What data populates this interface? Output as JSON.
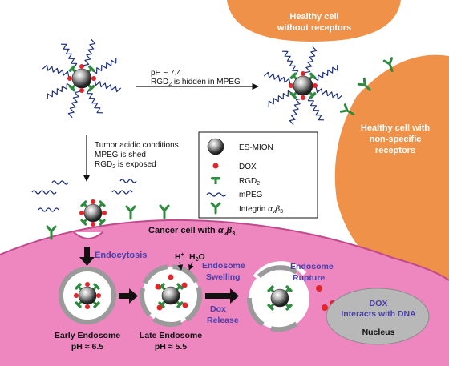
{
  "healthy_cells": {
    "top_label_line1": "Healthy cell",
    "top_label_line2": "without receptors",
    "right_label_line1": "Healthy cell with",
    "right_label_line2": "non-specific",
    "right_label_line3": "receptors"
  },
  "top_arrow": {
    "line1": "pH ~ 7.4",
    "line2": "RGD",
    "line2_sub": "2",
    "line2_rest": " is hidden in MPEG"
  },
  "down_arrow": {
    "line1": "Tumor acidic conditions",
    "line2": "MPEG is shed",
    "line3": "RGD",
    "line3_sub": "2",
    "line3_rest": " is exposed"
  },
  "legend": {
    "items": [
      {
        "icon": "es-mion-icon",
        "label": "ES-MION"
      },
      {
        "icon": "dox-icon",
        "label": "DOX"
      },
      {
        "icon": "rgd2-icon",
        "label": "RGD",
        "sub": "2"
      },
      {
        "icon": "mpeg-icon",
        "label": "mPEG"
      },
      {
        "icon": "integrin-icon",
        "label": "Integrin "
      }
    ],
    "integrin_symbol": "αvβ3"
  },
  "cancer_cell": {
    "label": "Cancer cell with ",
    "symbol": "αvβ3"
  },
  "steps": {
    "endocytosis": "Endocytosis",
    "h_plus": "H",
    "h_plus_sup": "+",
    "h2o": "H",
    "h2o_sub": "2",
    "h2o_rest": "O",
    "endosome_swelling_1": "Endosome",
    "endosome_swelling_2": "Swelling",
    "dox_release_1": "Dox",
    "dox_release_2": "Release",
    "endosome_rupture_1": "Endosome",
    "endosome_rupture_2": "Rupture",
    "early_endosome": "Early Endosome",
    "early_ph": "pH ≈ 6.5",
    "late_endosome": "Late Endosome",
    "late_ph": "pH ≈ 5.5",
    "dox_dna_1": "DOX",
    "dox_dna_2": "Interacts with DNA",
    "nucleus": "Nucleus"
  },
  "colors": {
    "healthy_cell": "#F0914A",
    "cancer_cell": "#EE86C0",
    "cancer_edge": "#C04A8C",
    "purple_text": "#4A3FA8",
    "mpeg_blue": "#1C2F7A",
    "green": "#2E8B3F",
    "dox_red": "#E0262B",
    "endosome_grey": "#9A9A9A",
    "nucleus_grey": "#B8B8B8"
  }
}
